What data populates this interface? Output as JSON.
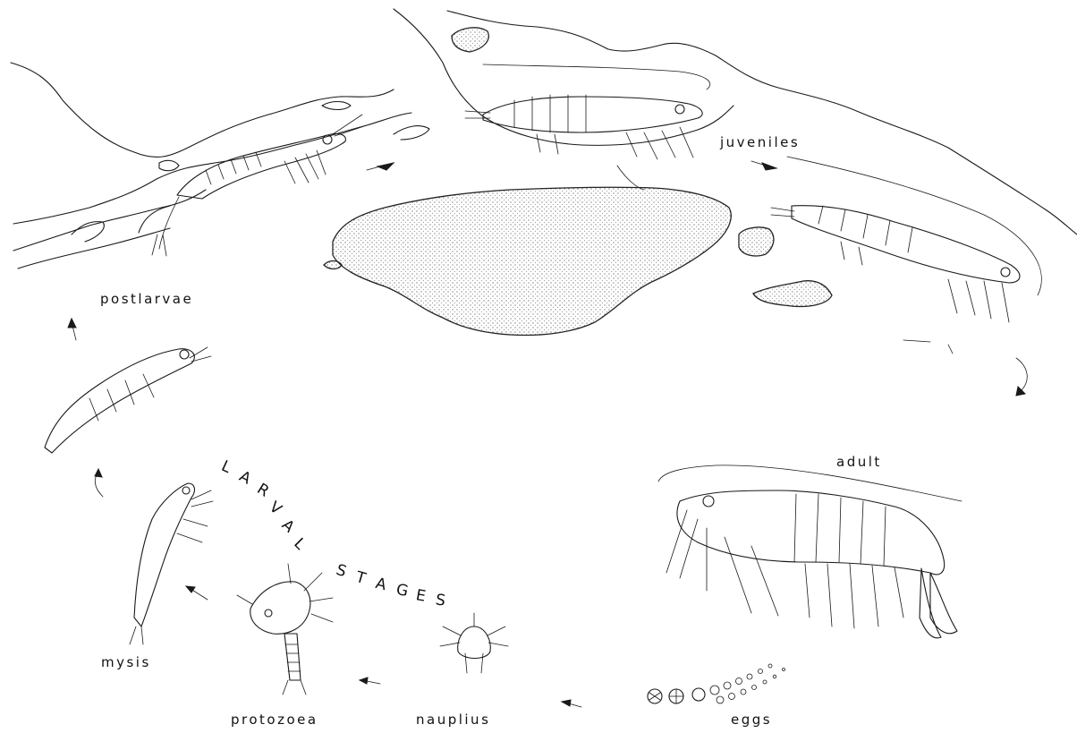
{
  "labels": {
    "postlarvae": "postlarvae",
    "juveniles": "juveniles",
    "adult": "adult",
    "mysis": "mysis",
    "protozoea": "protozoea",
    "nauplius": "nauplius",
    "eggs": "eggs"
  },
  "title_letters": [
    "L",
    "A",
    "R",
    "V",
    "A",
    "L",
    "S",
    "T",
    "A",
    "G",
    "E",
    "S"
  ]
}
